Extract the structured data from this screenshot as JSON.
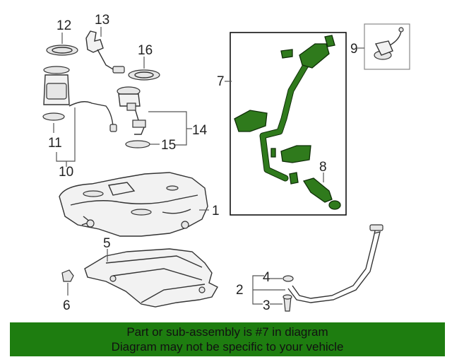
{
  "callouts": {
    "c1": "1",
    "c2": "2",
    "c3": "3",
    "c4": "4",
    "c5": "5",
    "c6": "6",
    "c7": "7",
    "c8": "8",
    "c9": "9",
    "c10": "10",
    "c11": "11",
    "c12": "12",
    "c13": "13",
    "c14": "14",
    "c15": "15",
    "c16": "16"
  },
  "highlight_color": "#2f7a1c",
  "banner": {
    "line1": "Part or sub-assembly is #7 in diagram",
    "line2": "Diagram may not be specific to your vehicle",
    "background": "#1e7d10"
  }
}
